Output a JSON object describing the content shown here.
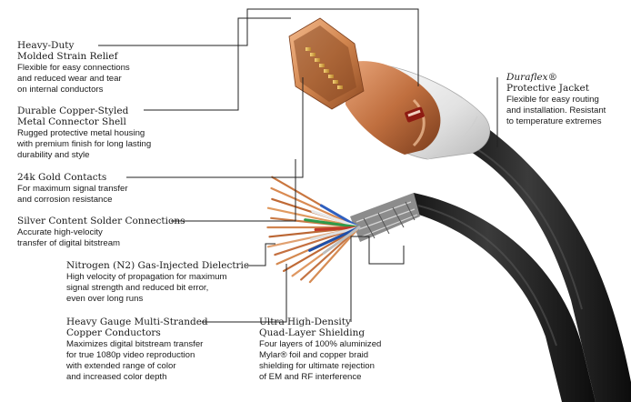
{
  "callouts": [
    {
      "title": [
        "Heavy-Duty",
        "Molded Strain Relief"
      ],
      "desc": [
        "Flexible for easy connections",
        "and reduced wear and tear",
        "on internal conductors"
      ]
    },
    {
      "title": [
        "Durable Copper-Styled",
        "Metal Connector Shell"
      ],
      "desc": [
        "Rugged protective metal housing",
        "with premium finish for long lasting",
        "durability and style"
      ]
    },
    {
      "title": [
        "24k Gold Contacts"
      ],
      "desc": [
        "For maximum signal transfer",
        "and corrosion resistance"
      ]
    },
    {
      "title": [
        "Silver Content Solder Connections"
      ],
      "desc": [
        "Accurate high-velocity",
        "transfer of digital bitstream"
      ]
    },
    {
      "title": [
        "Nitrogen (N2) Gas-Injected Dielectric"
      ],
      "desc": [
        "High velocity of propagation for maximum",
        "signal strength and reduced bit error,",
        "even over long runs"
      ]
    },
    {
      "title": [
        "Heavy Gauge Multi-Stranded",
        "Copper Conductors"
      ],
      "desc": [
        "Maximizes digital bitstream transfer",
        "for true 1080p video reproduction",
        "with extended range of color",
        "and increased color depth"
      ]
    },
    {
      "title": [
        "Ultra High-Density",
        "Quad-Layer Shielding"
      ],
      "desc": [
        "Four layers of 100% aluminized",
        "Mylar® foil and copper braid",
        "shielding for ultimate rejection",
        "of EM and RF interference"
      ]
    },
    {
      "title_brand": "Duraflex®",
      "title": [
        "Protective Jacket"
      ],
      "desc": [
        "Flexible for easy routing",
        "and installation. Resistant",
        "to temperature extremes"
      ]
    }
  ],
  "colors": {
    "jacket": "#1c1c1c",
    "copper_shell": "#c5794a",
    "strain_relief": "#ececec",
    "gold_contacts": "#d9a441",
    "leader_lines": "#222222",
    "text": "#1a1a1a"
  },
  "icons": [
    "hdmi-connector-icon",
    "cable-jacket-icon",
    "exposed-wires-icon"
  ]
}
